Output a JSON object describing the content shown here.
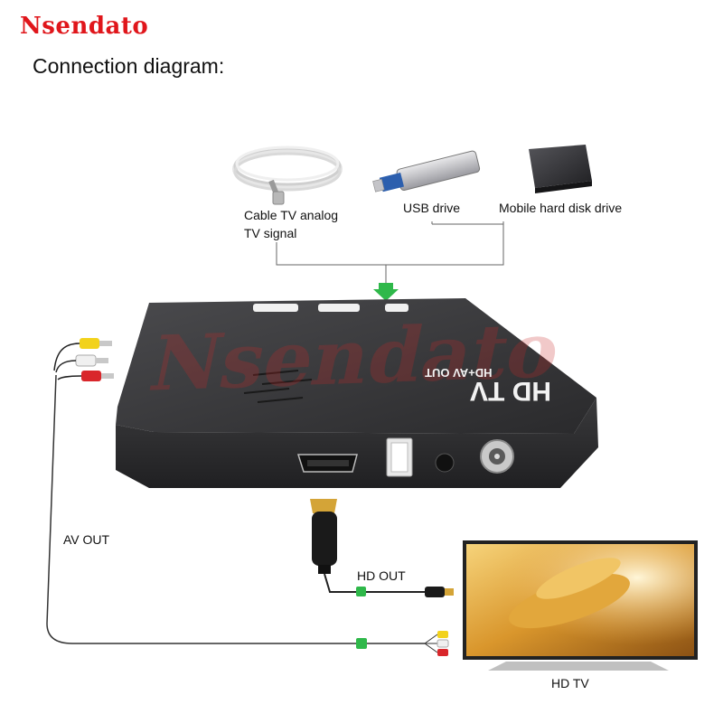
{
  "brand": "Nsendato",
  "title": "Connection diagram:",
  "labels": {
    "cable_tv_line1": "Cable TV analog",
    "cable_tv_line2": "TV signal",
    "usb_drive": "USB drive",
    "hard_disk": "Mobile hard disk drive",
    "av_out": "AV OUT",
    "hd_out": "HD OUT",
    "hd_tv": "HD TV"
  },
  "device": {
    "top_label_main": "HD TV",
    "top_label_sub": "HD+AV OUT",
    "watermark": "Nsendato"
  },
  "colors": {
    "brand": "#e0161b",
    "arrow": "#2fb84a",
    "connector_green": "#2fb84a",
    "rca_yellow": "#f2d21b",
    "rca_white": "#f0f0f0",
    "rca_red": "#d9262b"
  },
  "icons": [
    "cable-coil-icon",
    "usb-drive-icon",
    "hard-disk-icon",
    "tv-box-icon",
    "hdmi-cable-icon",
    "rca-cable-icon",
    "tv-screen-icon"
  ]
}
